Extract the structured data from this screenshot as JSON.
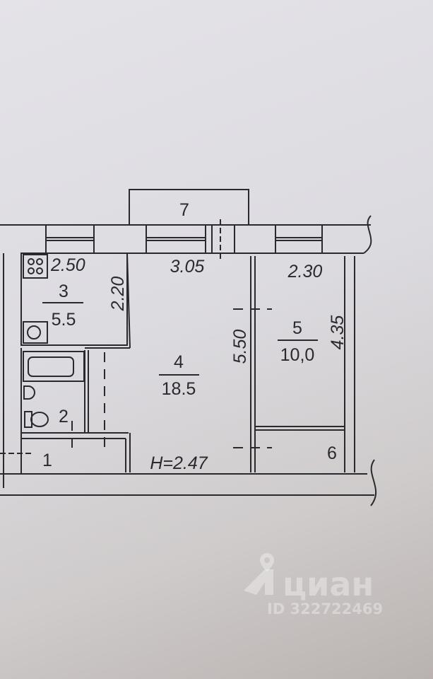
{
  "plan": {
    "rooms": [
      {
        "number": "1"
      },
      {
        "number": "2"
      },
      {
        "number": "3",
        "area": "5.5"
      },
      {
        "number": "4",
        "area": "18.5"
      },
      {
        "number": "5",
        "area": "10,0"
      },
      {
        "number": "6"
      },
      {
        "number": "7"
      }
    ],
    "dimensions": {
      "kitchen_width": "2.50",
      "kitchen_depth": "2.20",
      "room4_width": "3.05",
      "room4_depth": "5.50",
      "room5_width": "2.30",
      "room5_depth": "4.35"
    },
    "ceiling_height": "H=2.47"
  },
  "watermark": {
    "brand": "циан",
    "id": "ID 322722469"
  }
}
